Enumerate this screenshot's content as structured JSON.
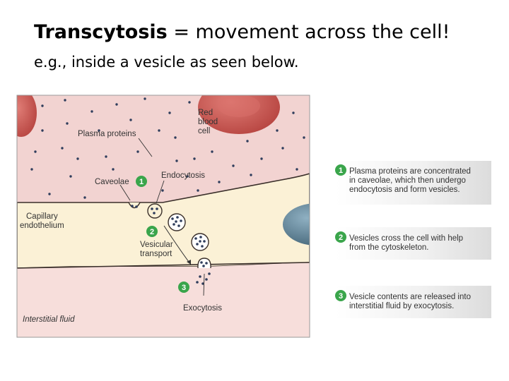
{
  "slide": {
    "title_bold": "Transcytosis",
    "title_rest": " = movement across the cell!",
    "subtitle": "e.g., inside a vesicle as seen below."
  },
  "diagram": {
    "labels": {
      "red_blood_cell": [
        "Red",
        "blood",
        "cell"
      ],
      "plasma_proteins": "Plasma proteins",
      "caveolae": "Caveolae",
      "endocytosis": "Endocytosis",
      "capillary_endothelium": [
        "Capillary",
        "endothelium"
      ],
      "vesicular_transport": [
        "Vesicular",
        "transport"
      ],
      "exocytosis": "Exocytosis",
      "interstitial_fluid": "Interstitial fluid"
    },
    "markers": {
      "step1": "1",
      "step2": "2",
      "step3": "3"
    },
    "steps": [
      {
        "number": "1",
        "lines": [
          "Plasma proteins are concentrated",
          "in caveolae, which then undergo",
          "endocytosis and form vesicles."
        ]
      },
      {
        "number": "2",
        "lines": [
          "Vesicles cross the cell with help",
          "from the cytoskeleton."
        ]
      },
      {
        "number": "3",
        "lines": [
          "Vesicle contents are released into",
          "interstitial fluid by exocytosis."
        ]
      }
    ],
    "colors": {
      "plasma": "#f2d3d1",
      "endothelium": "#fbf1d6",
      "interstitial": "#f7dedb",
      "red_blood_cell": "#c9544f",
      "nucleus": "#5e7f92",
      "step_badge": "#3aa54b",
      "protein_dot": "#2f3d5c"
    }
  }
}
